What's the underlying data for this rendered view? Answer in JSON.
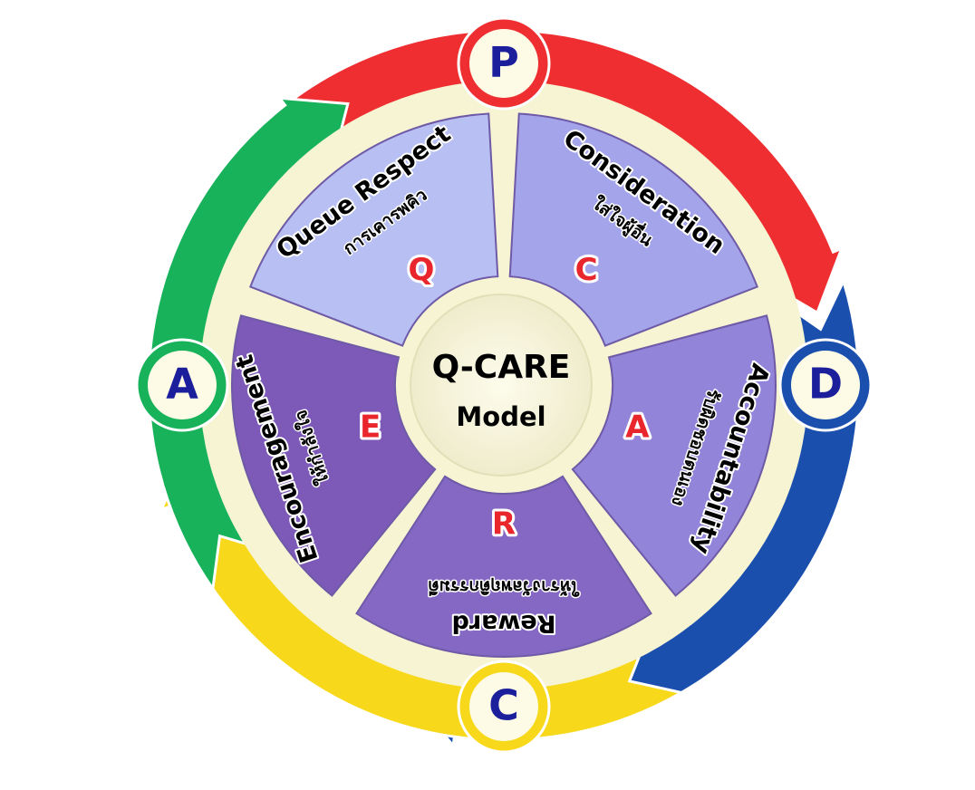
{
  "center": {
    "line1": "Q-CARE",
    "line2": "Model"
  },
  "segments": [
    {
      "id": "q",
      "letter": "Q",
      "title": "Queue Respect",
      "subtitle": "การเคารพคิว",
      "color": "#b7bff3"
    },
    {
      "id": "c",
      "letter": "C",
      "title": "Consideration",
      "subtitle": "ใส่ใจผู้อื่น",
      "color": "#a4a4ea"
    },
    {
      "id": "a",
      "letter": "A",
      "title": "Accountability",
      "subtitle": "รับผิดชอบตนเอง",
      "color": "#9284d9"
    },
    {
      "id": "r",
      "letter": "R",
      "title": "Reward",
      "subtitle": "ให้รางวัลพฤติกรรมดี",
      "color": "#8567c4"
    },
    {
      "id": "e",
      "letter": "E",
      "title": "Encouragement",
      "subtitle": "ให้กำลังใจ",
      "color": "#7d5ab8"
    }
  ],
  "cycle": [
    {
      "id": "p",
      "letter": "P",
      "color": "#ee2e30",
      "letter_color": "#1b1f9c"
    },
    {
      "id": "d",
      "letter": "D",
      "color": "#1a4fae",
      "letter_color": "#1b1f9c"
    },
    {
      "id": "c",
      "letter": "C",
      "color": "#f7d81a",
      "letter_color": "#1b1f9c"
    },
    {
      "id": "a",
      "letter": "A",
      "color": "#17b25a",
      "letter_color": "#1b1f9c"
    }
  ],
  "colors": {
    "ring": "#f6f4d2",
    "badge_fill": "#fdfbe6"
  }
}
